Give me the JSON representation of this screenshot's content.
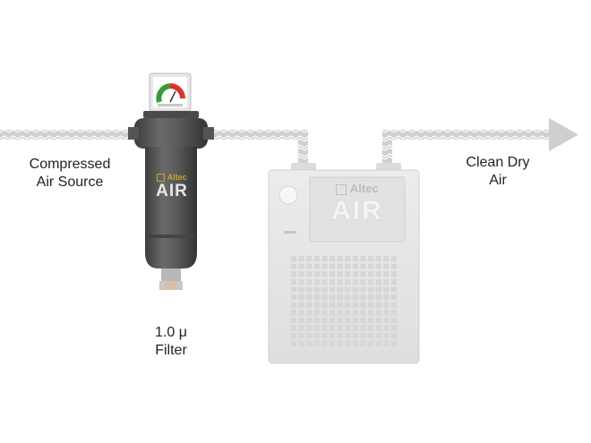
{
  "labels": {
    "source_line1": "Compressed",
    "source_line2": "Air Source",
    "outlet_line1": "Clean Dry",
    "outlet_line2": "Air",
    "filter_line1": "1.0 μ",
    "filter_line2": "Filter"
  },
  "filter_unit": {
    "brand_name": "Altec",
    "brand_word": "AIR"
  },
  "dryer_unit": {
    "brand_name": "Altec",
    "brand_word": "AIR"
  },
  "colors": {
    "pipe": "#c9c9c9",
    "pipe_dash": "#ffffff",
    "filter_body": "#5a5a5a",
    "dryer_body": "#e6e6e6",
    "brand_gold": "#c9a227",
    "gauge_red": "#d9342b",
    "gauge_green": "#3a9a3a"
  }
}
